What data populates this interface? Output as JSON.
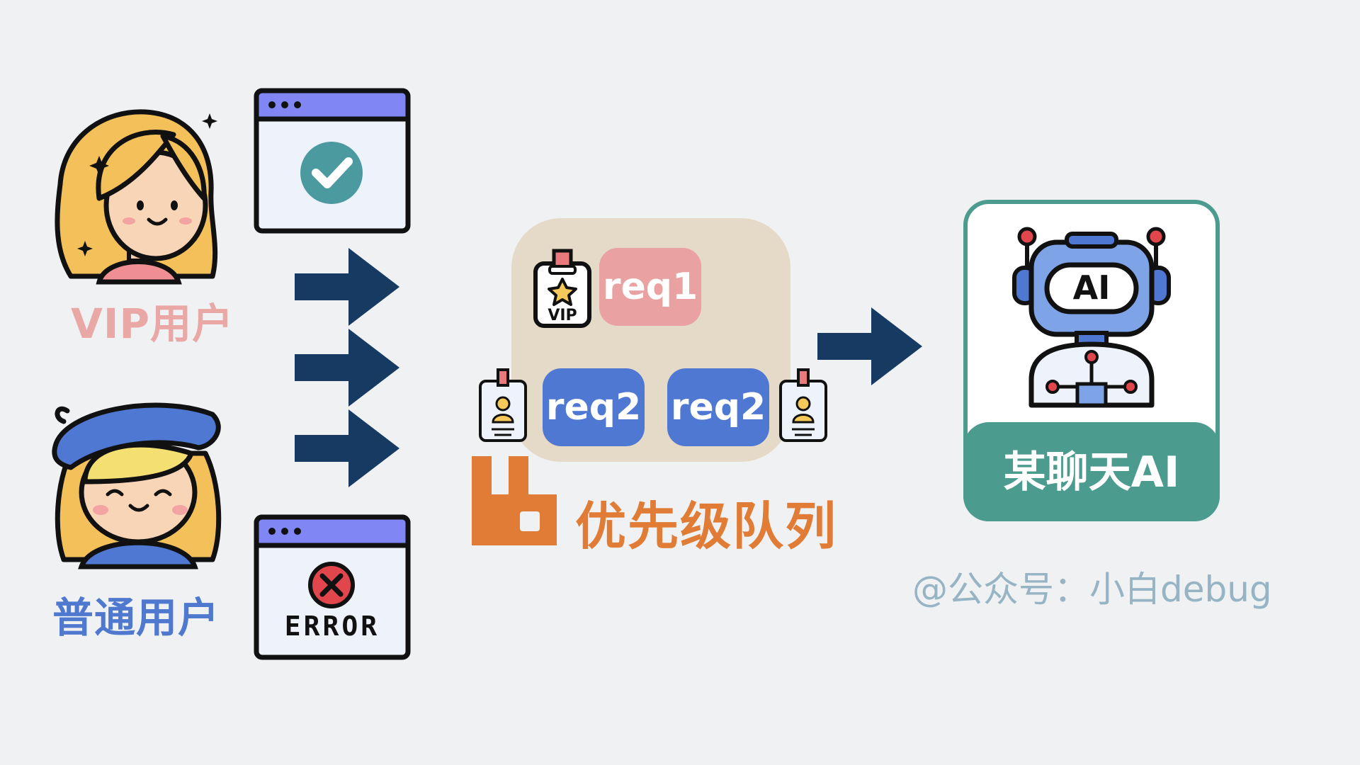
{
  "users": {
    "vip_label": "VIP用户",
    "normal_label": "普通用户"
  },
  "responses": {
    "error_text": "ERROR"
  },
  "queue": {
    "title": "优先级队列",
    "vip_badge_text": "VIP",
    "items": [
      {
        "label": "req1",
        "kind": "vip"
      },
      {
        "label": "req2",
        "kind": "normal"
      },
      {
        "label": "req2",
        "kind": "normal"
      }
    ]
  },
  "service": {
    "name": "某聊天AI",
    "icon_text": "AI"
  },
  "watermark": "@公众号：小白debug",
  "colors": {
    "background": "#eff1f3",
    "vip": "#e9a1a2",
    "normal": "#4f78d2",
    "arrow": "#163a62",
    "queue_bg": "#e5d9c7",
    "queue_brand": "#e07c35",
    "ai_teal": "#4b9b8e",
    "window_bar": "#8087f5"
  },
  "icons": [
    "vip-user-avatar-icon",
    "normal-user-avatar-icon",
    "success-window-icon",
    "error-window-icon",
    "arrow-right-icon",
    "vip-badge-icon",
    "user-badge-icon",
    "rabbitmq-logo-icon",
    "ai-robot-icon"
  ]
}
